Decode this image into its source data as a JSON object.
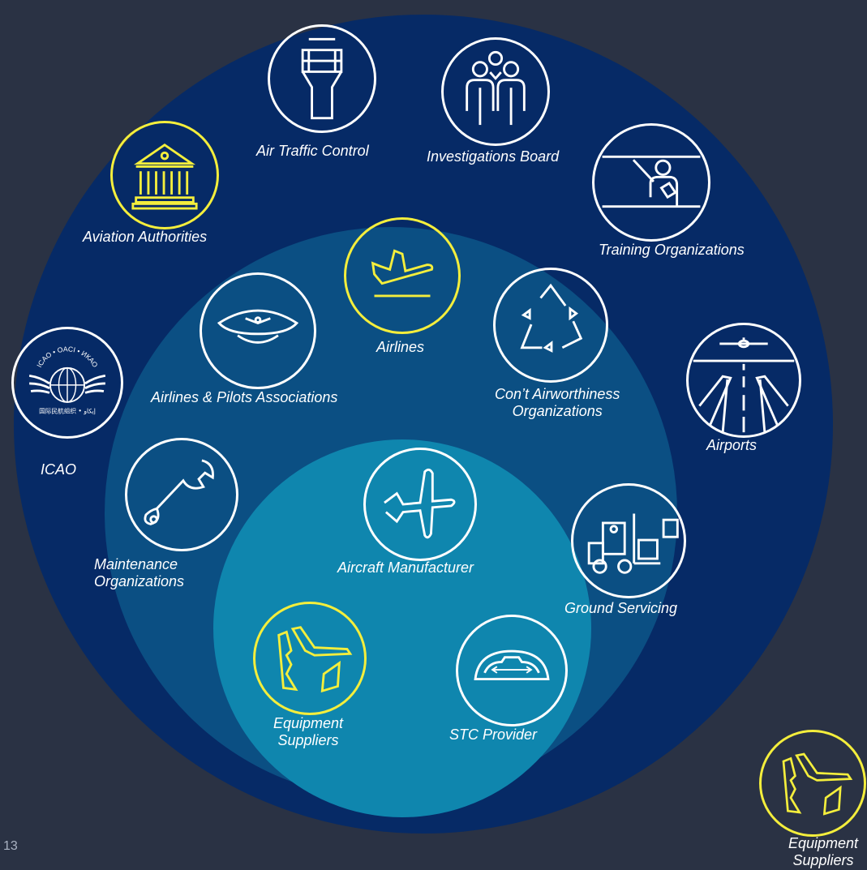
{
  "diagram": {
    "colors": {
      "background": "#2a3244",
      "outer_circle": "#062a66",
      "middle_circle": "#0b4f83",
      "inner_circle": "#0f86ae",
      "stroke_white": "#ffffff",
      "stroke_yellow": "#f4ee3c"
    },
    "nodes": [
      {
        "id": "aviation-authorities",
        "label": "Aviation Authorities",
        "icon": "government-building-icon",
        "highlight": true
      },
      {
        "id": "air-traffic-control",
        "label": "Air Traffic Control",
        "icon": "control-tower-icon",
        "highlight": false
      },
      {
        "id": "investigations-board",
        "label": "Investigations Board",
        "icon": "investigators-icon",
        "highlight": false
      },
      {
        "id": "training-organizations",
        "label": "Training Organizations",
        "icon": "instructor-icon",
        "highlight": false
      },
      {
        "id": "airports",
        "label": "Airports",
        "icon": "runway-icon",
        "highlight": false
      },
      {
        "id": "icao",
        "label": "ICAO",
        "icon": "icao-emblem-icon",
        "highlight": false
      },
      {
        "id": "airlines-pilots",
        "label": "Airlines & Pilots Associations",
        "icon": "pilot-cap-icon",
        "highlight": false
      },
      {
        "id": "airlines",
        "label": "Airlines",
        "icon": "plane-takeoff-icon",
        "highlight": true
      },
      {
        "id": "cont-airworthiness",
        "label": "Con’t Airworthiness\nOrganizations",
        "icon": "recycle-icon",
        "highlight": false
      },
      {
        "id": "maintenance",
        "label": "Maintenance\nOrganizations",
        "icon": "wrench-icon",
        "highlight": false
      },
      {
        "id": "aircraft-manufacturer",
        "label": "Aircraft Manufacturer",
        "icon": "airplane-icon",
        "highlight": false
      },
      {
        "id": "ground-servicing",
        "label": "Ground Servicing",
        "icon": "forklift-icon",
        "highlight": false
      },
      {
        "id": "equipment-suppliers",
        "label": "Equipment\nSuppliers",
        "icon": "aircraft-parts-icon",
        "highlight": true
      },
      {
        "id": "stc-provider",
        "label": "STC Provider",
        "icon": "cabin-section-icon",
        "highlight": false
      },
      {
        "id": "equipment-suppliers-legend",
        "label": "Equipment\nSuppliers",
        "icon": "aircraft-parts-icon",
        "highlight": true
      }
    ]
  },
  "icao_emblem": {
    "arc_text": "ICAO • OACI • ИКАО",
    "bottom_text": "国际民航组织 • إيكاو"
  },
  "page_number": "13"
}
